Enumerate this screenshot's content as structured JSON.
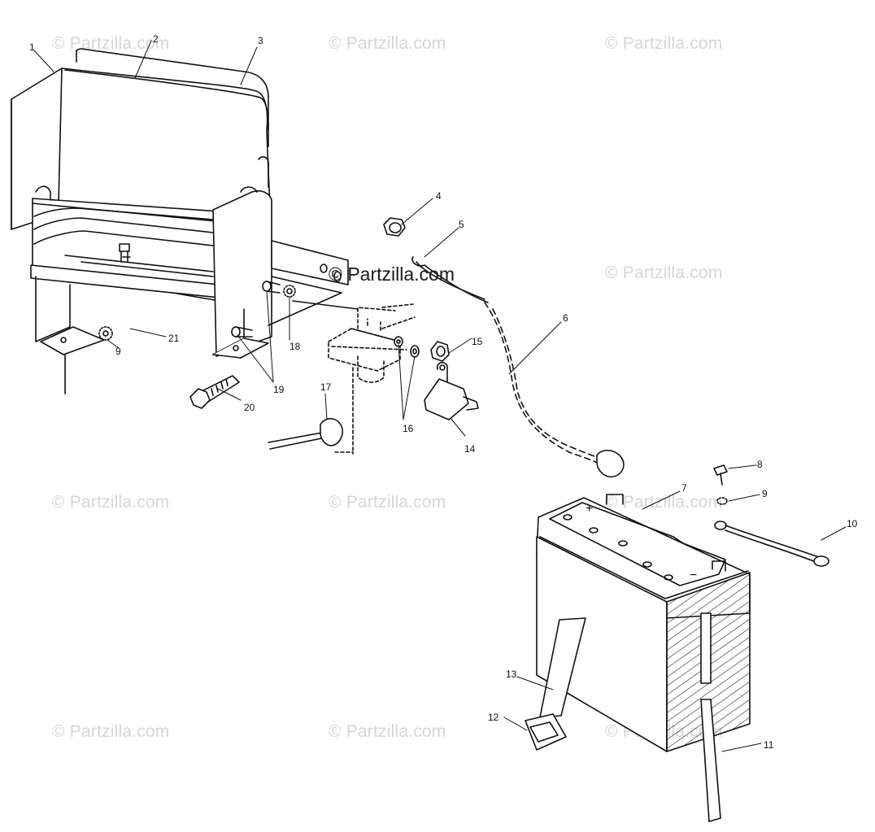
{
  "watermark": {
    "text": "© Partzilla.com",
    "center_text": "© Partzilla.com"
  },
  "callouts": {
    "c1": "1",
    "c2": "2",
    "c3": "3",
    "c4": "4",
    "c5": "5",
    "c6": "6",
    "c7": "7",
    "c8": "8",
    "c9a": "9",
    "c9b": "9",
    "c10": "10",
    "c11": "11",
    "c12": "12",
    "c13": "13",
    "c14": "14",
    "c15": "15",
    "c16": "16",
    "c17": "17",
    "c18": "18",
    "c19": "19",
    "c20": "20",
    "c21": "21"
  },
  "battery_marks": {
    "plus": "+",
    "minus": "−"
  }
}
